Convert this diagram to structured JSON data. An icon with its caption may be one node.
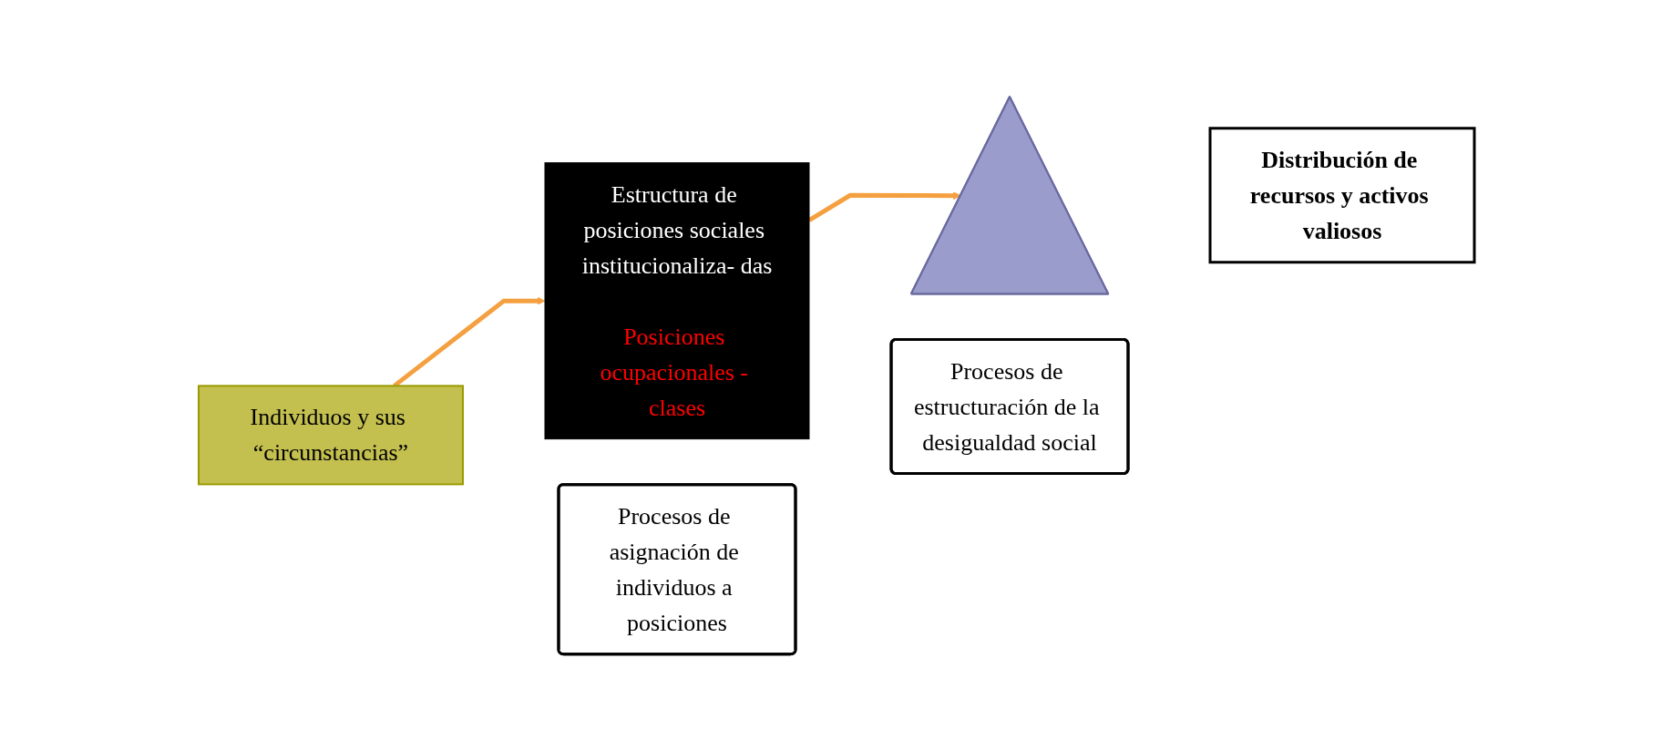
{
  "diagram": {
    "nodes": [
      {
        "text": [
          "Individuos y sus “circunstancias”"
        ]
      },
      {
        "text": [
          "Estructura de posiciones sociales institucionaliza- das",
          "Posiciones ocupacionales - clases"
        ]
      },
      {
        "text": [],
        "shape": "triangle"
      },
      {
        "text": [
          "Distribución de recursos y activos valiosos"
        ]
      },
      {
        "text": [
          "Procesos de asignación de individuos a posiciones"
        ]
      },
      {
        "text": [
          "Procesos de estructuración de la desigualdad social"
        ]
      }
    ],
    "edges": [
      {
        "from": 0,
        "to": 1,
        "arrow": "to",
        "color": "#f5a040"
      },
      {
        "from": 1,
        "to": 2,
        "arrow": "to",
        "color": "#f5a040"
      }
    ]
  }
}
